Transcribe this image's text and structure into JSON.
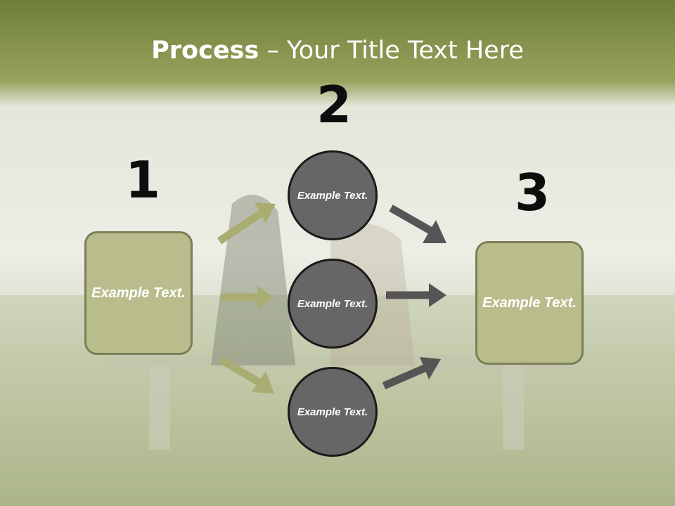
{
  "title": {
    "bold": "Process",
    "rest": " – Your Title Text Here"
  },
  "steps": [
    {
      "number": "1"
    },
    {
      "number": "2"
    },
    {
      "number": "3"
    }
  ],
  "boxes": {
    "left": "Example Text.",
    "right": "Example Text."
  },
  "circles": {
    "top": "Example Text.",
    "middle": "Example Text.",
    "bottom": "Example Text."
  },
  "colors": {
    "header_green": "#8c9a50",
    "box_fill": "#b9bd8c",
    "circle_fill": "#666666",
    "olive_arrow": "#a9ad72",
    "dark_arrow": "#555555"
  }
}
